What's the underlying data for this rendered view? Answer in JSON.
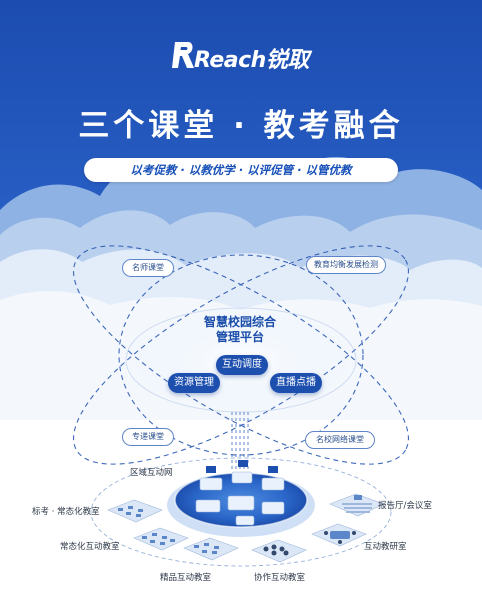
{
  "brand": {
    "logo_text": "Reach锐取"
  },
  "title": "三个课堂 · 教考融合",
  "slogan": "以考促教 · 以教优学 · 以评促管 · 以管优教",
  "ring_tags": [
    "名师课堂",
    "教育均衡发展检测",
    "专递课堂",
    "名校网络课堂"
  ],
  "platform": {
    "title_line1": "智慧校园综合",
    "title_line2": "管理平台",
    "nodes": [
      "互动调度",
      "资源管理",
      "直播点播"
    ]
  },
  "network": {
    "center_label": "区域互动网",
    "rooms": [
      "标考 · 常态化教室",
      "常态化互动教室",
      "精品互动教室",
      "协作互动教室",
      "报告厅/会议室",
      "互动教研室"
    ]
  },
  "colors": {
    "brand_blue": "#1a4eb0",
    "dark_blue": "#1d4fae",
    "accent_light": "#dce8f8"
  }
}
